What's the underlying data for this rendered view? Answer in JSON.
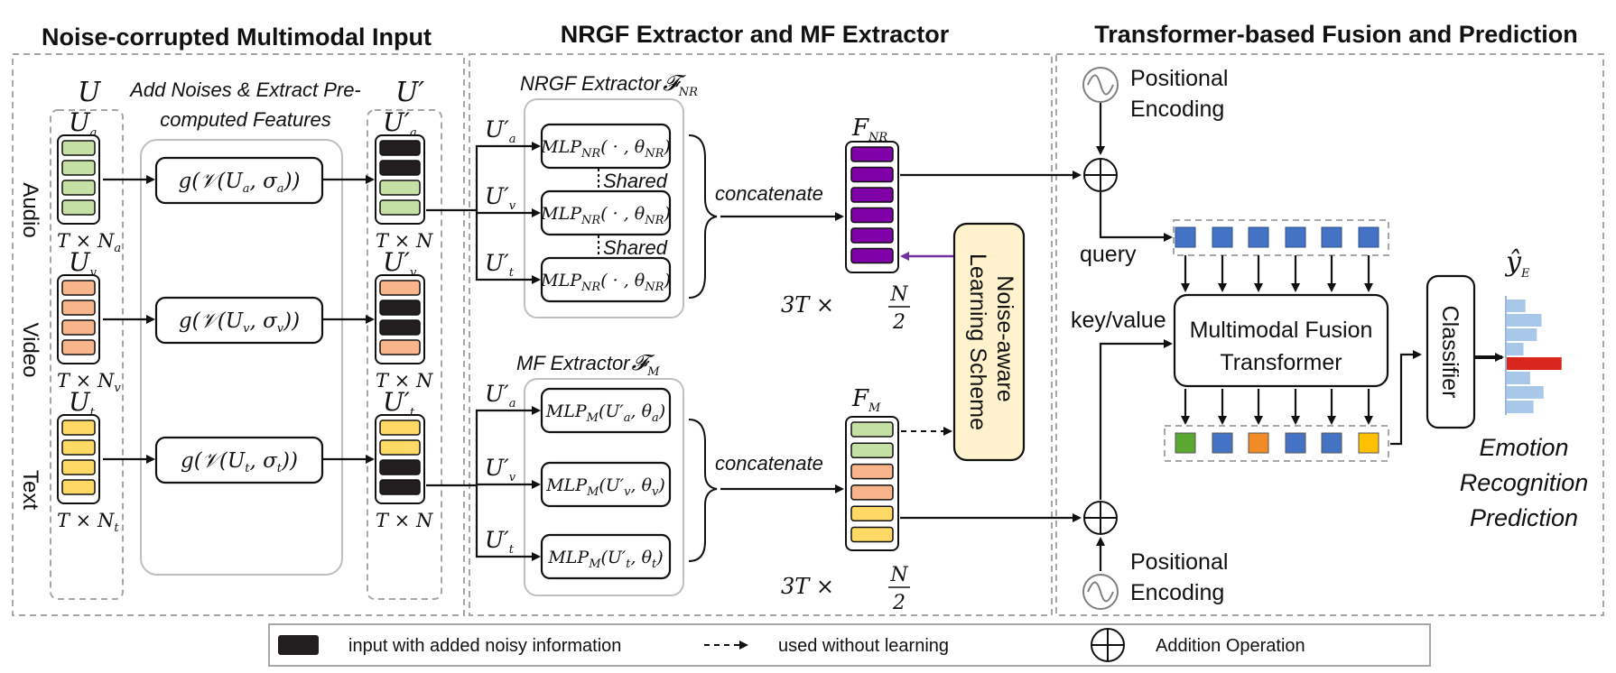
{
  "sections": {
    "input_title": "Noise-corrupted Multimodal Input",
    "extractor_title": "NRGF Extractor and MF Extractor",
    "fusion_title": "Transformer-based Fusion and Prediction"
  },
  "input": {
    "U_label": "U",
    "U_prime_label": "U′",
    "add_noise_line1": "Add Noises & Extract Pre-",
    "add_noise_line2": "computed Features",
    "modalities": [
      {
        "name": "Audio",
        "U": "U",
        "sub": "a",
        "dim": "T × N",
        "dim_sub": "a",
        "func": "g(𝒱(U",
        "func_sub": "a",
        "func_mid": ", σ",
        "func_end": "))",
        "Uprime": "U′",
        "dim_out": "T × N"
      },
      {
        "name": "Video",
        "U": "U",
        "sub": "v",
        "dim": "T × N",
        "dim_sub": "v",
        "func": "g(𝒱(U",
        "func_sub": "v",
        "func_mid": ", σ",
        "func_end": "))",
        "Uprime": "U′",
        "dim_out": "T × N"
      },
      {
        "name": "Text",
        "U": "U",
        "sub": "t",
        "dim": "T × N",
        "dim_sub": "t",
        "func": "g(𝒱(U",
        "func_sub": "t",
        "func_mid": ", σ",
        "func_end": "))",
        "Uprime": "U′",
        "dim_out": "T × N"
      }
    ]
  },
  "extractor": {
    "nrgf_title": "NRGF Extractor",
    "nrgf_symbol": "𝓕",
    "nrgf_symbol_sub": "NR",
    "mf_title": "MF Extractor",
    "mf_symbol": "𝓕",
    "mf_symbol_sub": "M",
    "inputs": [
      "U′",
      "U′",
      "U′"
    ],
    "input_subs": [
      "a",
      "v",
      "t"
    ],
    "mlp_nr": "MLP",
    "mlp_nr_sub": "NR",
    "mlp_nr_args": "( · , θ",
    "mlp_nr_args_sub": "NR",
    "mlp_nr_close": ")",
    "shared": "Shared",
    "mlp_m": "MLP",
    "mlp_m_sub": "M",
    "mlp_m_args": [
      "(U′",
      "(U′",
      "(U′"
    ],
    "mlp_m_subs": [
      "a",
      "v",
      "t"
    ],
    "concatenate": "concatenate",
    "F_NR": "F",
    "F_NR_sub": "NR",
    "F_M": "F",
    "F_M_sub": "M",
    "dim_3T": "3T ×",
    "dim_N": "N",
    "dim_2": "2",
    "noise_scheme_line1": "Noise-aware",
    "noise_scheme_line2": "Learning Scheme"
  },
  "fusion": {
    "pos_enc_line1": "Positional",
    "pos_enc_line2": "Encoding",
    "query": "query",
    "key_value": "key/value",
    "transformer_line1": "Multimodal Fusion",
    "transformer_line2": "Transformer",
    "classifier": "Classifier",
    "y_hat": "ŷ",
    "y_hat_sub": "E",
    "prediction_line1": "Emotion",
    "prediction_line2": "Recognition",
    "prediction_line3": "Prediction"
  },
  "legend": {
    "noisy": "input with added noisy information",
    "no_learning": "used without learning",
    "addition": "Addition Operation"
  },
  "colors": {
    "audio": "#c5e0a5",
    "video": "#f8b58c",
    "text": "#ffd966",
    "noisy": "#231f20",
    "nrgf": "#7f00a6",
    "token_blue": "#4472c4",
    "token_green": "#5aa731",
    "token_orange": "#f28a25",
    "token_yellow": "#ffc000",
    "scheme_bg": "#fff2cc",
    "output_red": "#d9261c",
    "output_blue": "#a9c7e8",
    "grid_dash": "#a6a6a6"
  },
  "prediction_bars": [
    0.28,
    0.52,
    0.45,
    0.25,
    0.82,
    0.35,
    0.55,
    0.4
  ]
}
